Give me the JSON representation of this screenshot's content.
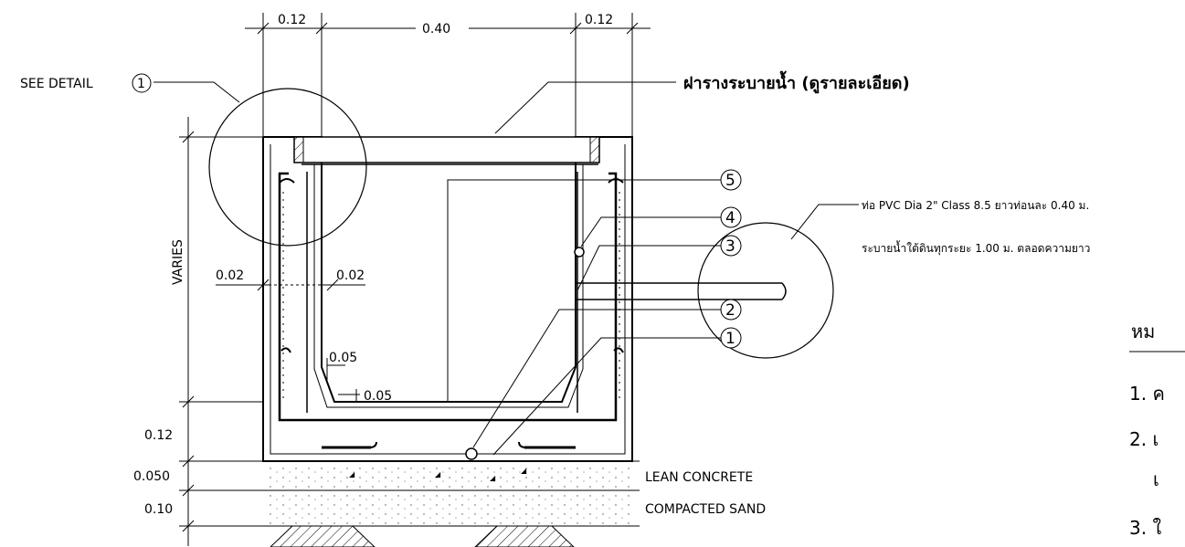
{
  "dimensions": {
    "top_left_wall": "0.12",
    "top_opening": "0.40",
    "top_right_wall": "0.12",
    "varies": "VARIES",
    "cover_gap_left": "0.02",
    "cover_gap_right": "0.02",
    "chamfer_vertical": "0.05",
    "chamfer_horizontal": "0.05",
    "base_slab": "0.12",
    "lean_concrete_thickness": "0.050",
    "sand_thickness": "0.10"
  },
  "labels": {
    "see_detail": "SEE DETAIL",
    "see_detail_number": "1",
    "cover_title": "ฝารางระบายน้ำ (ดูรายละเอียด)",
    "pvc_line1": "ท่อ PVC Dia 2\" Class 8.5 ยาวท่อนละ 0.40 ม.",
    "pvc_line2": "ระบายน้ำใต้ดินทุกระยะ 1.00 ม. ตลอดความยาว",
    "lean_concrete": "LEAN CONCRETE",
    "compacted_sand": "COMPACTED SAND"
  },
  "callouts": [
    "5",
    "4",
    "3",
    "2",
    "1"
  ],
  "notes": {
    "heading": "หม",
    "items": [
      "1. ค",
      "2. เ",
      "เ",
      "3. ใ"
    ]
  }
}
